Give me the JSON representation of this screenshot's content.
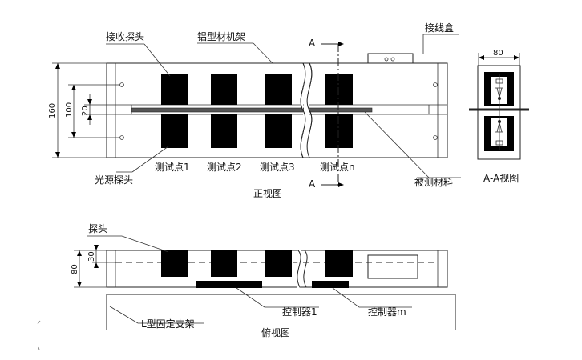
{
  "front_view": {
    "caption": "正视图",
    "labels": {
      "receiver_probe": "接收探头",
      "aluminum_frame": "铝型材机架",
      "junction_box": "接线盒",
      "light_source_probe": "光源探头",
      "measured_material": "被测材料",
      "section_mark_top": "A",
      "section_mark_bottom": "A"
    },
    "test_points": [
      "测试点1",
      "测试点2",
      "测试点3",
      "测试点n"
    ],
    "dimensions": {
      "height": "160",
      "inner": "100",
      "gap": "20"
    }
  },
  "section_view": {
    "caption": "A-A视图",
    "width_dim": "80"
  },
  "top_view": {
    "caption": "俯视图",
    "labels": {
      "probe": "探头",
      "l_bracket": "L型固定支架",
      "controller_1": "控制器1",
      "controller_m": "控制器m"
    },
    "dimensions": {
      "height": "80",
      "offset": "30"
    }
  }
}
